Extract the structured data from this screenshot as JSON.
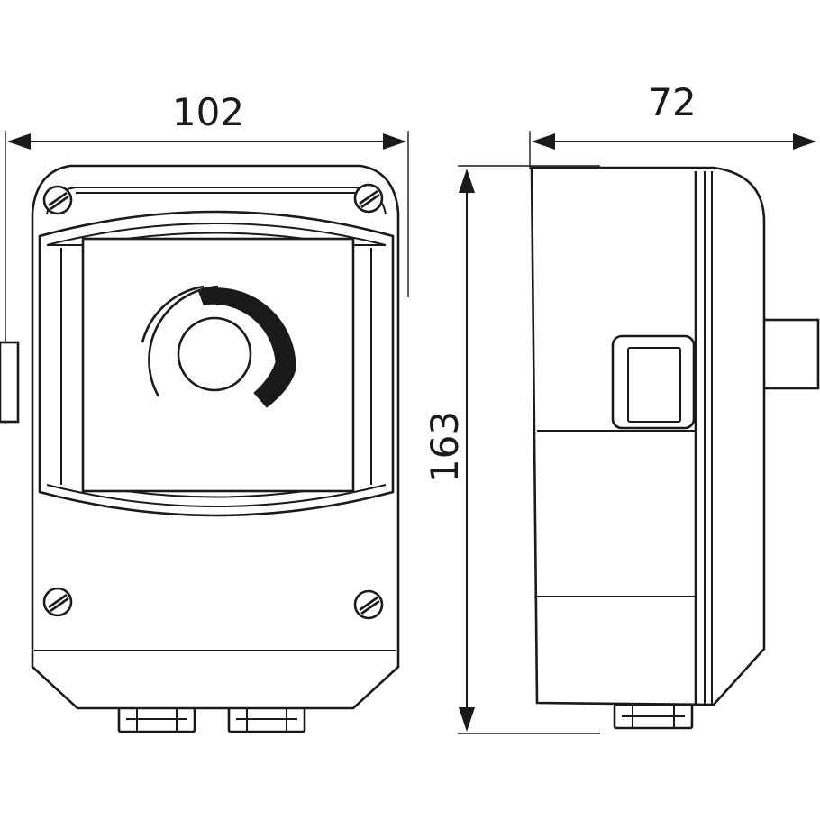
{
  "dimensions": {
    "width_label": "102",
    "depth_label": "72",
    "height_label": "163"
  },
  "colors": {
    "line": "#1a1a1a",
    "background": "#ffffff"
  }
}
